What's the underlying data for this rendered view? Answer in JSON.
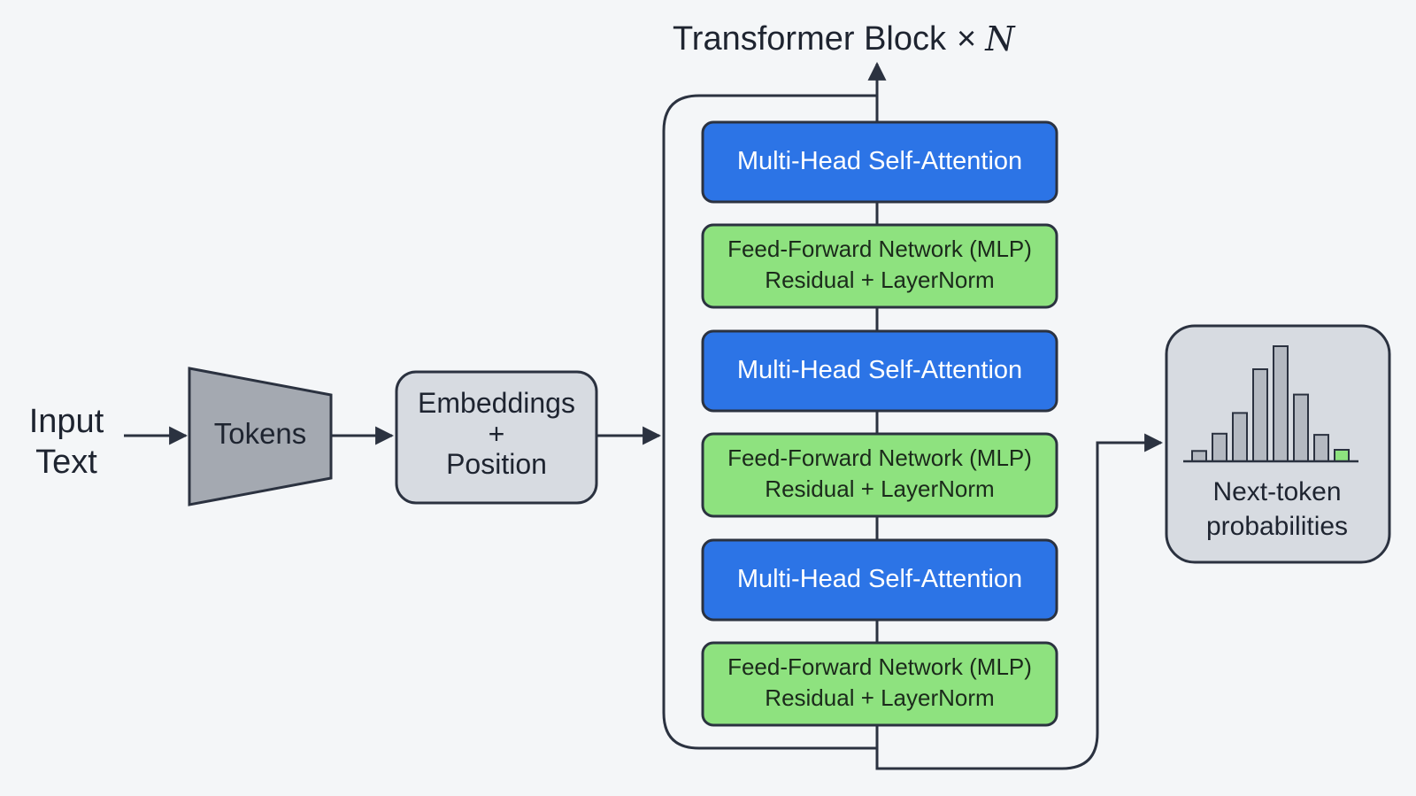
{
  "input": {
    "line1": "Input",
    "line2": "Text"
  },
  "tokens": {
    "label": "Tokens"
  },
  "embeddings": {
    "line1": "Embeddings",
    "line2": "+",
    "line3": "Position"
  },
  "transformer": {
    "title": "Transformer Block",
    "times": "×",
    "n": "N",
    "blocks": [
      {
        "attention": "Multi-Head Self-Attention",
        "ffn_line1": "Feed-Forward Network (MLP)",
        "ffn_line2": "Residual + LayerNorm"
      },
      {
        "attention": "Multi-Head Self-Attention",
        "ffn_line1": "Feed-Forward Network (MLP)",
        "ffn_line2": "Residual + LayerNorm"
      },
      {
        "attention": "Multi-Head Self-Attention",
        "ffn_line1": "Feed-Forward Network (MLP)",
        "ffn_line2": "Residual + LayerNorm"
      }
    ]
  },
  "output": {
    "line1": "Next-token",
    "line2": "probabilities",
    "histogram_values": [
      0.09,
      0.24,
      0.42,
      0.8,
      1.0,
      0.58,
      0.23,
      0.1
    ],
    "highlight_index": 7
  },
  "colors": {
    "attention": "#2c74e6",
    "ffn": "#8ee27f",
    "gray_box": "#d7dbe1",
    "tokens": "#a4a9b1",
    "stroke": "#2b3240",
    "highlight_bar": "#8ee27f"
  }
}
